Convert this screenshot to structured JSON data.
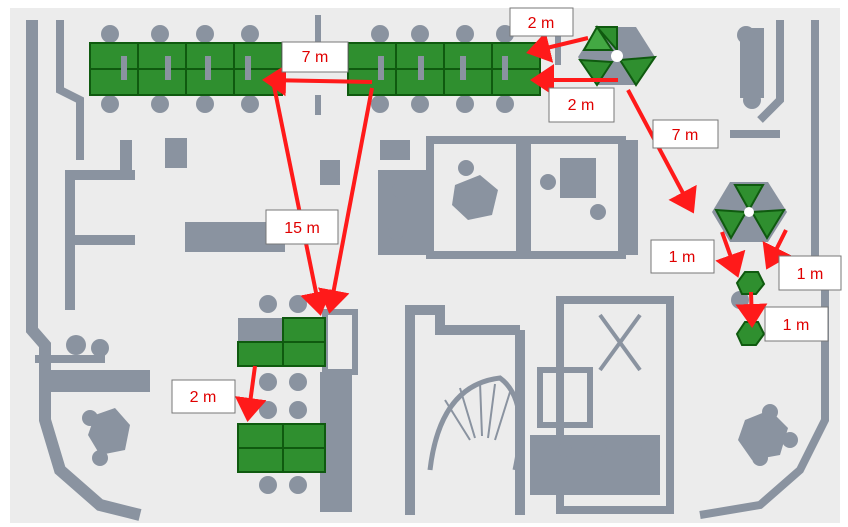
{
  "distance_labels": [
    {
      "id": "a",
      "text": "2 m"
    },
    {
      "id": "b",
      "text": "7 m"
    },
    {
      "id": "c",
      "text": "2 m"
    },
    {
      "id": "d",
      "text": "7 m"
    },
    {
      "id": "e",
      "text": "15 m"
    },
    {
      "id": "f",
      "text": "1 m"
    },
    {
      "id": "g",
      "text": "1 m"
    },
    {
      "id": "h",
      "text": "1 m"
    },
    {
      "id": "i",
      "text": "2 m"
    }
  ],
  "colors": {
    "wall": "#8a93a0",
    "floor": "#ececec",
    "desk": "#2f8f2f",
    "arrow": "#ff1a1a",
    "label_text": "#e00000"
  }
}
